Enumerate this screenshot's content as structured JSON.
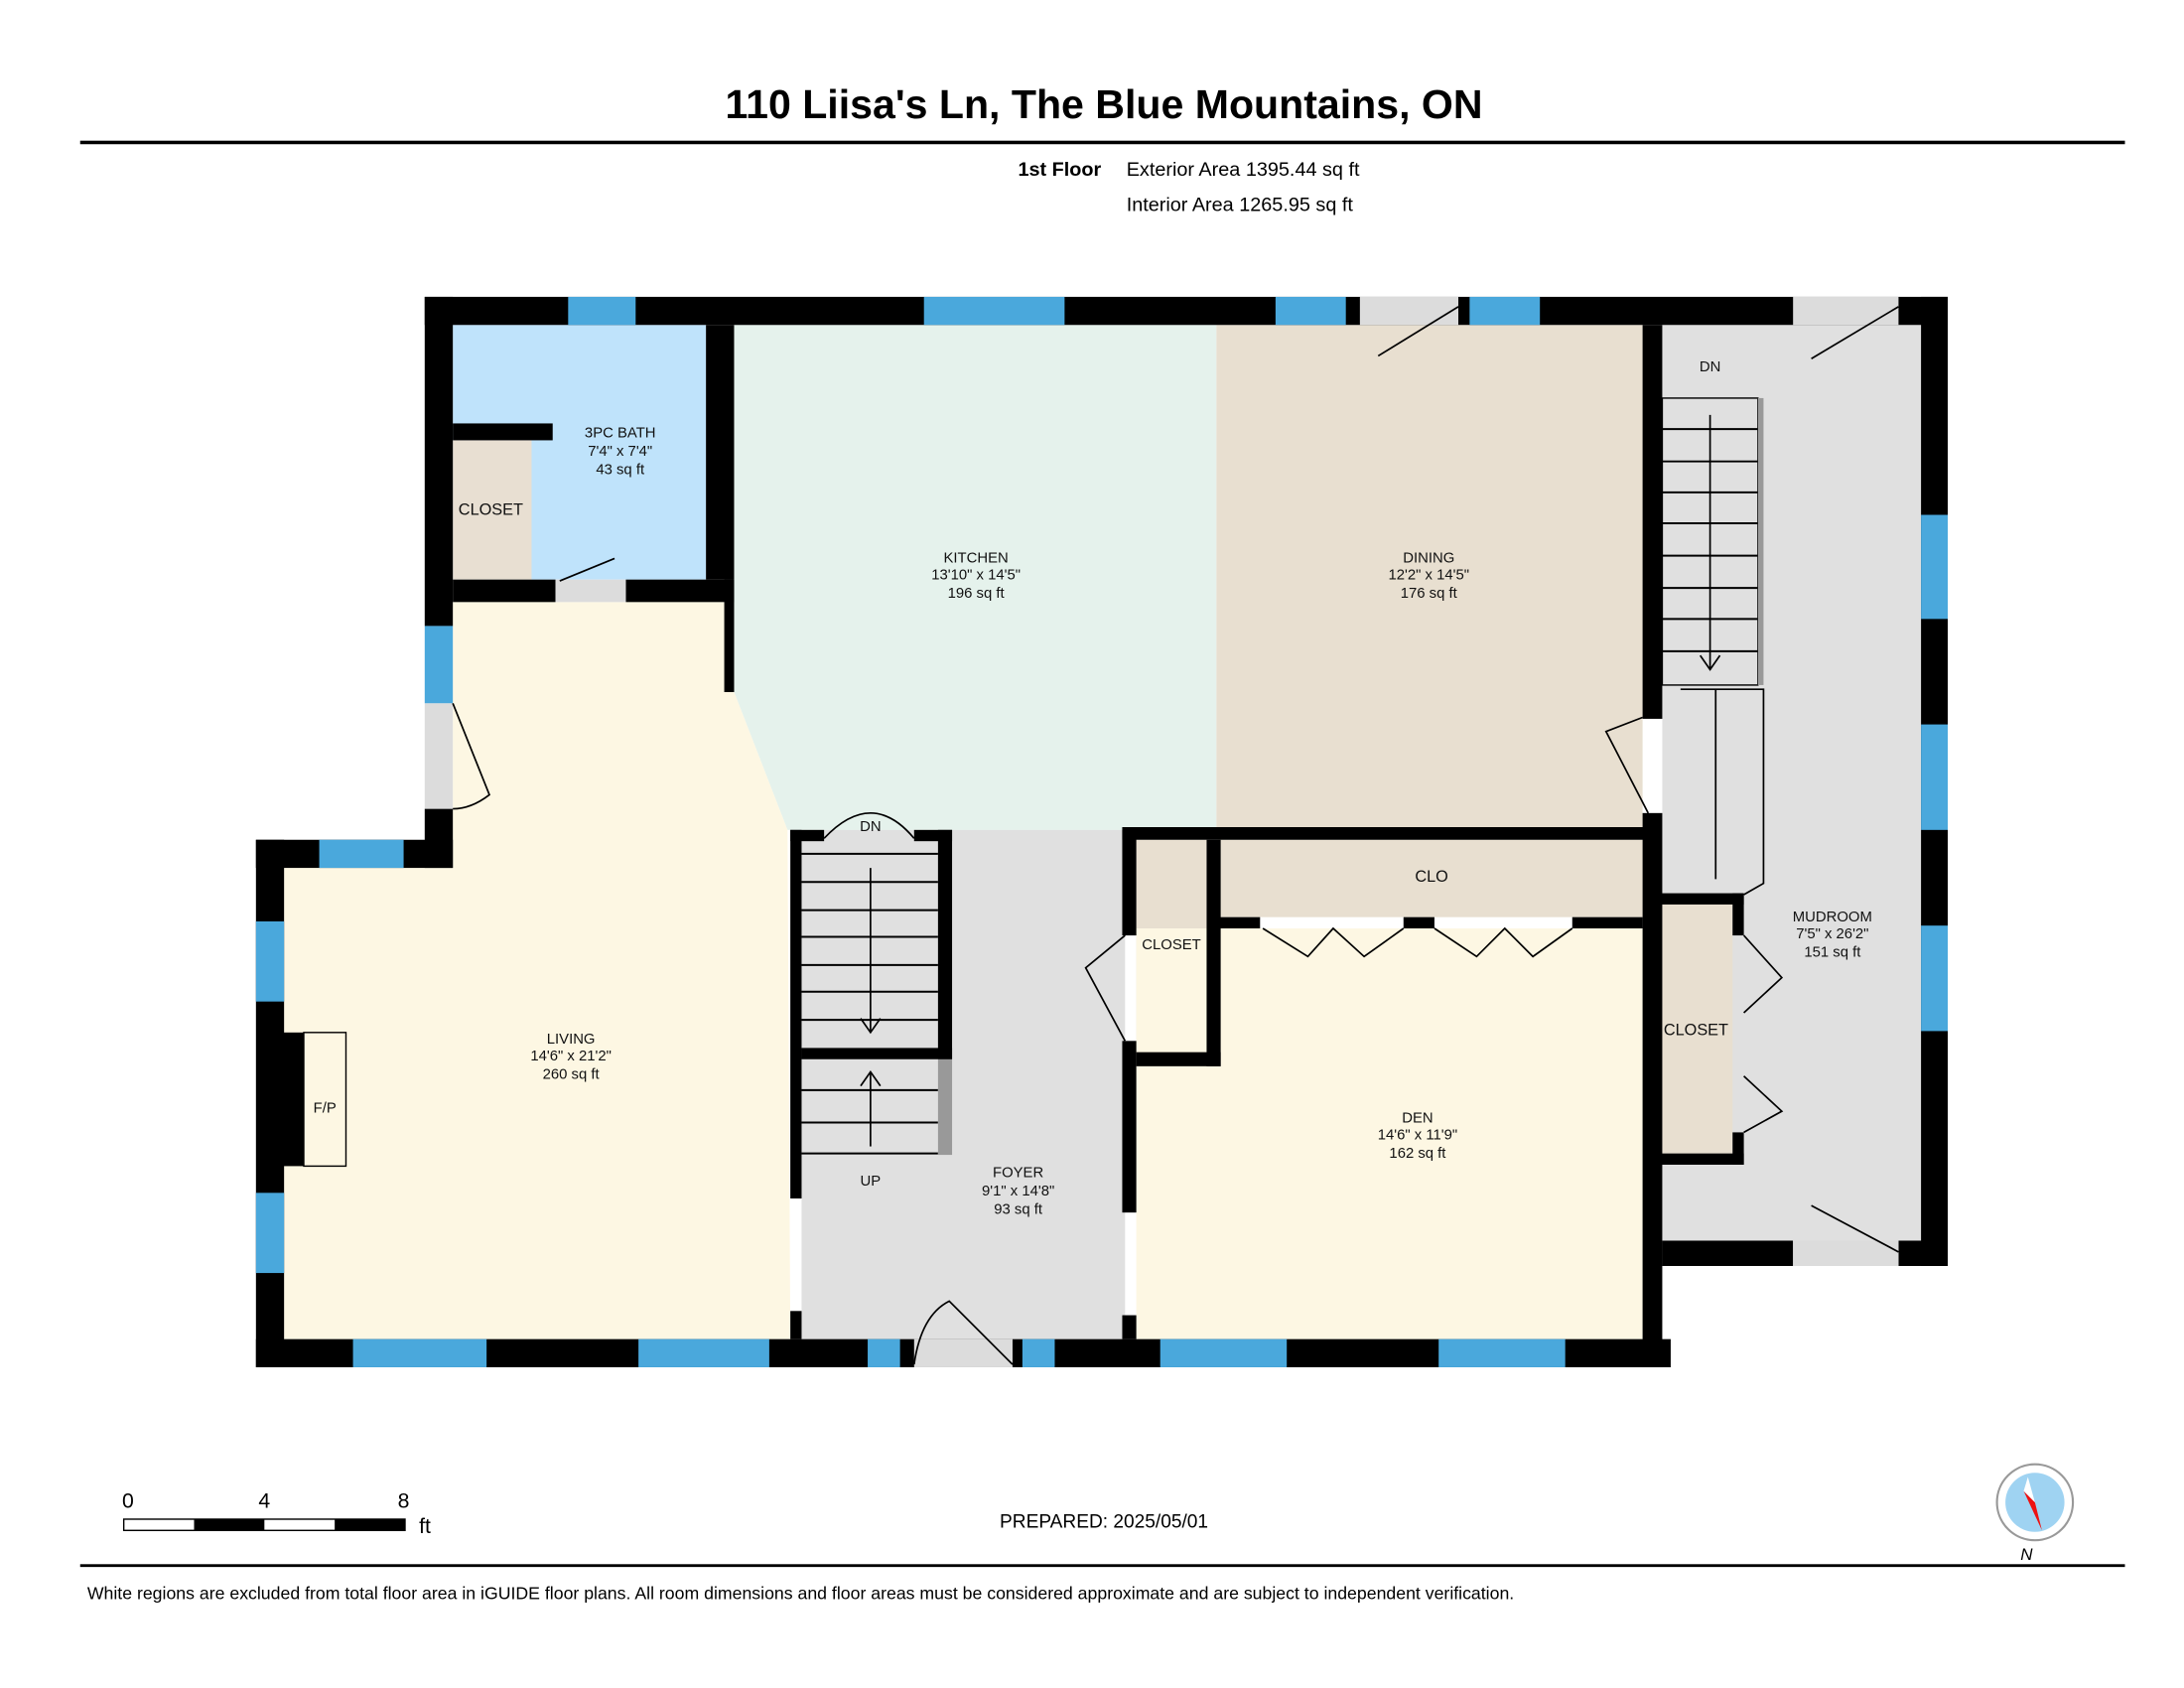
{
  "title": "110 Liisa's Ln, The Blue Mountains, ON",
  "floor": {
    "name": "1st Floor",
    "exterior_area": "Exterior Area 1395.44 sq ft",
    "interior_area": "Interior Area 1265.95 sq ft"
  },
  "rooms": {
    "bath": {
      "name": "3PC BATH",
      "dims": "7'4\" x 7'4\"",
      "area": "43 sq ft"
    },
    "kitchen": {
      "name": "KITCHEN",
      "dims": "13'10\" x 14'5\"",
      "area": "196 sq ft"
    },
    "dining": {
      "name": "DINING",
      "dims": "12'2\" x 14'5\"",
      "area": "176 sq ft"
    },
    "living": {
      "name": "LIVING",
      "dims": "14'6\" x 21'2\"",
      "area": "260 sq ft"
    },
    "foyer": {
      "name": "FOYER",
      "dims": "9'1\" x 14'8\"",
      "area": "93 sq ft"
    },
    "den": {
      "name": "DEN",
      "dims": "14'6\" x 11'9\"",
      "area": "162 sq ft"
    },
    "mudroom": {
      "name": "MUDROOM",
      "dims": "7'5\" x 26'2\"",
      "area": "151 sq ft"
    }
  },
  "labels": {
    "closet_bath": "CLOSET",
    "closet_foyer": "CLOSET",
    "closet_mudroom": "CLOSET",
    "clo": "CLO",
    "fireplace": "F/P",
    "stairs_dn_mud": "DN",
    "stairs_dn_foyer": "DN",
    "stairs_up": "UP"
  },
  "scale": {
    "ticks": [
      "0",
      "4",
      "8"
    ],
    "unit": "ft"
  },
  "prepared": "PREPARED: 2025/05/01",
  "compass": {
    "label": "N"
  },
  "disclaimer": "White regions are excluded from total floor area in iGUIDE floor plans. All room dimensions and floor areas must be considered approximate and are subject to independent verification.",
  "colors": {
    "bath": "#bfe3fb",
    "kitchen": "#e5f2ec",
    "dining": "#e8dfd0",
    "living": "#fdf7e3",
    "hall": "#e0e0e0",
    "window": "#4aa8dc"
  }
}
